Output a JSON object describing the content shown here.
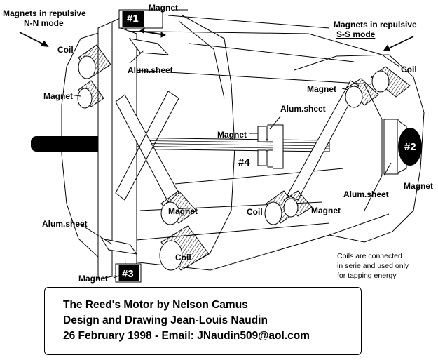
{
  "labels": {
    "nn_line1": "Magnets in repulsive",
    "nn_line2": "N-N mode",
    "ss_line1": "Magnets in repulsive",
    "ss_line2": "S-S mode",
    "magnet_top": "Magnet",
    "coil_left": "Coil",
    "magnet_left": "Magnet",
    "alum_top": "Alum.sheet",
    "alum_center": "Alum.sheet",
    "magnet_axle": "Magnet",
    "magnet_right_upper": "Magnet",
    "coil_right": "Coil",
    "alum_right": "Alum.sheet",
    "magnet_right": "Magnet",
    "magnet_lower_mid": "Magnet",
    "coil_lower_mid": "Coil",
    "magnet_lower_right": "Magnet",
    "alum_bottom": "Alum.sheet",
    "coil_bottom": "Coil",
    "magnet_bottom": "Magnet"
  },
  "markers": {
    "m1": "#1",
    "m2": "#2",
    "m3": "#3",
    "m4": "#4"
  },
  "note": {
    "line1": "Coils are connected",
    "line2": "in serie and used",
    "line2_emph": "only",
    "line3": "for tapping energy"
  },
  "credits": {
    "line1": "The Reed's Motor by Nelson Camus",
    "line2": "Design and Drawing Jean-Louis Naudin",
    "line3": "26 February 1998 - Email: JNaudin509@aol.com"
  }
}
